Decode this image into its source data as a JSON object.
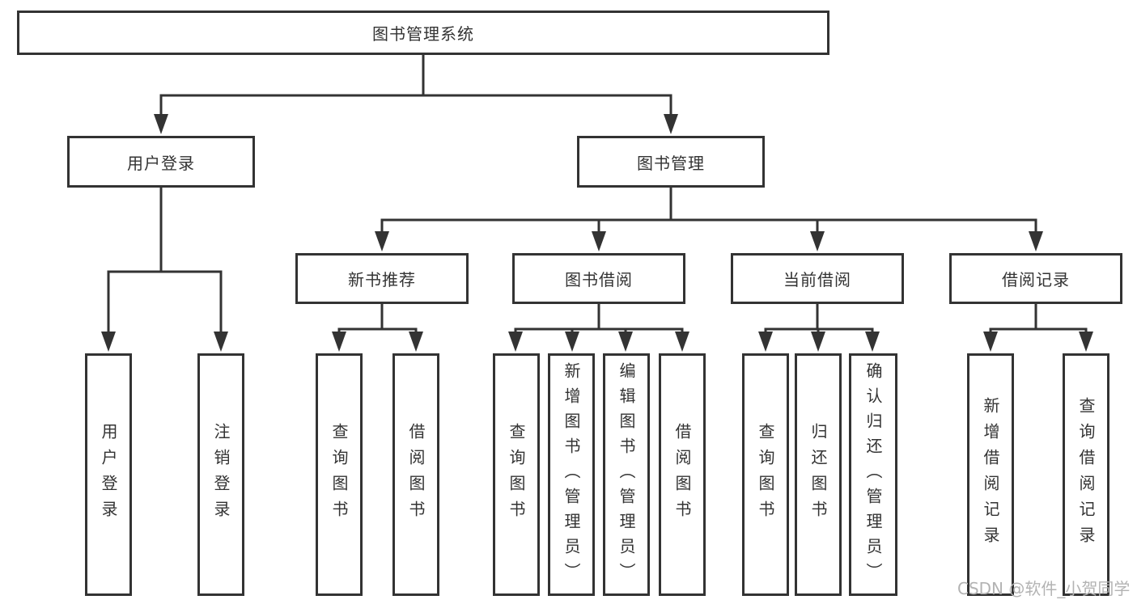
{
  "diagram": {
    "tree": {
      "root": {
        "label": "图书管理系统"
      },
      "branches": [
        {
          "label": "用户登录",
          "children": [
            {
              "label": "用户登录"
            },
            {
              "label": "注销登录"
            }
          ]
        },
        {
          "label": "图书管理",
          "children": [
            {
              "label": "新书推荐",
              "children": [
                {
                  "label": "查询图书"
                },
                {
                  "label": "借阅图书"
                }
              ]
            },
            {
              "label": "图书借阅",
              "children": [
                {
                  "label": "查询图书"
                },
                {
                  "label": "新增图书（管理员）"
                },
                {
                  "label": "编辑图书（管理员）"
                },
                {
                  "label": "借阅图书"
                }
              ]
            },
            {
              "label": "当前借阅",
              "children": [
                {
                  "label": "查询图书"
                },
                {
                  "label": "归还图书"
                },
                {
                  "label": "确认归还（管理员）"
                }
              ]
            },
            {
              "label": "借阅记录",
              "children": [
                {
                  "label": "新增借阅记录"
                },
                {
                  "label": "查询借阅记录"
                }
              ]
            }
          ]
        }
      ]
    },
    "colors": {
      "line": "#333333",
      "box_border": "#333333",
      "text": "#333333",
      "watermark": "#b3b3b3",
      "background": "#ffffff"
    }
  },
  "watermark": {
    "text": "CSDN @软件_小贺同学"
  }
}
